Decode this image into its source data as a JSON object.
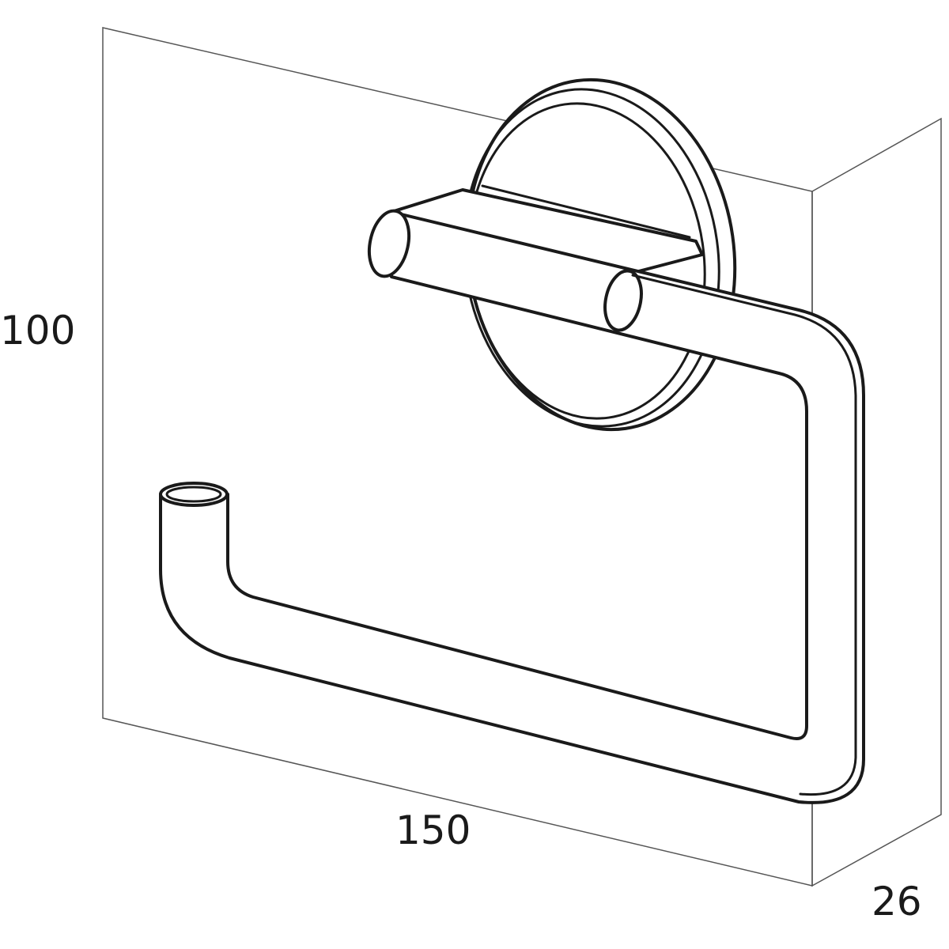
{
  "dimensions": {
    "height": "100",
    "width": "150",
    "depth": "26"
  },
  "colors": {
    "line": "#1a1a1a",
    "box": "#555555",
    "background": "#ffffff"
  }
}
